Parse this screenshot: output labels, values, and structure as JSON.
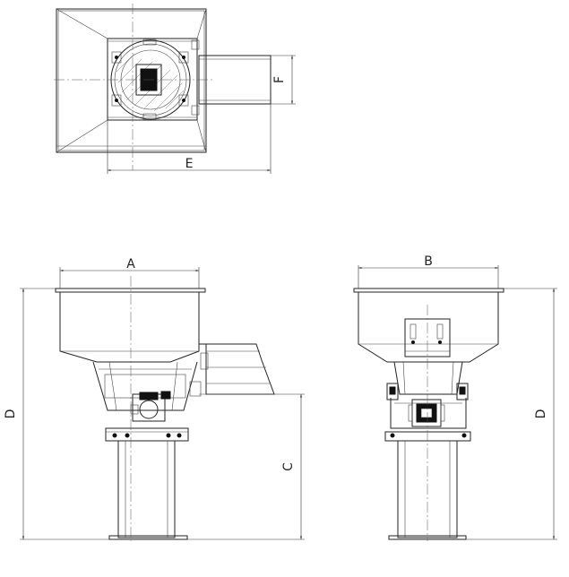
{
  "dimension_labels": {
    "a": "A",
    "b": "B",
    "c": "C",
    "d": "D",
    "e": "E",
    "f": "F"
  },
  "colors": {
    "line": "#222222",
    "background": "#ffffff"
  }
}
